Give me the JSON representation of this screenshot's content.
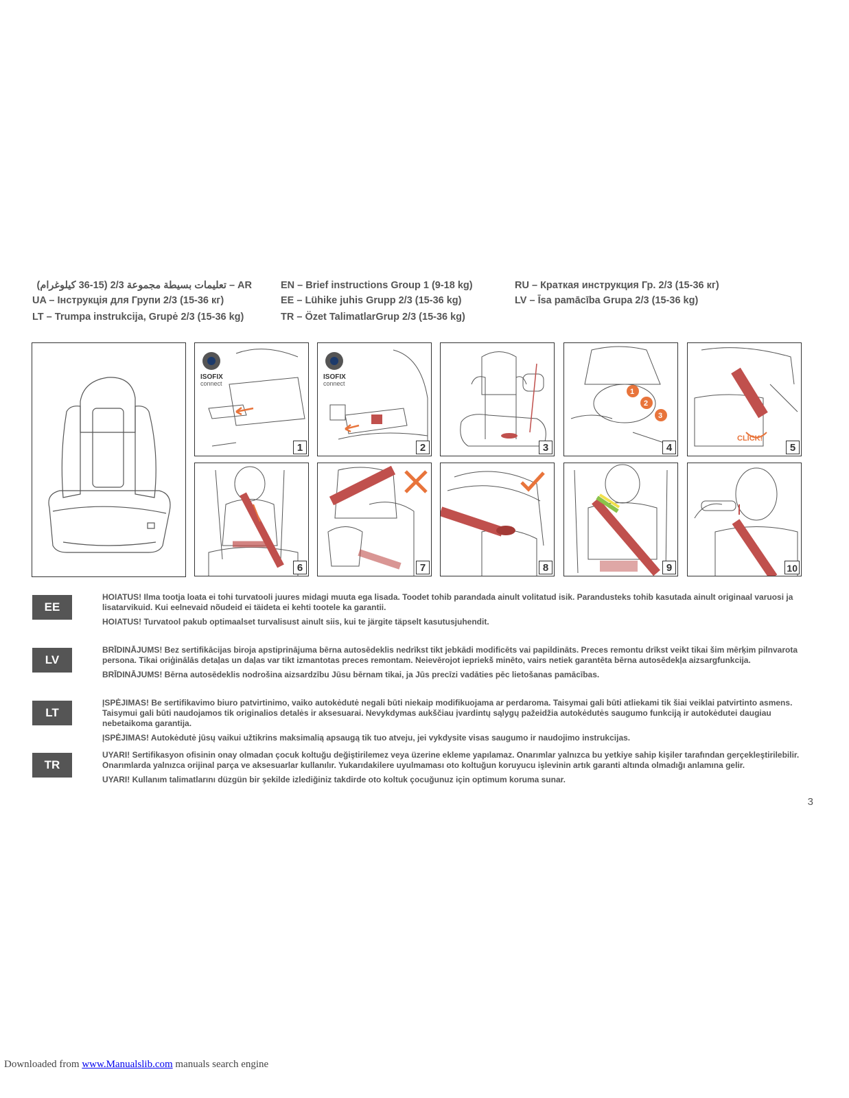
{
  "titles": {
    "col1": [
      "AR – تعليمات بسيطة مجموعة 2/3 (15-36 كيلوغرام)",
      "UA – Інструкція для Групи 2/3 (15-36 кг)",
      "LT – Trumpa instrukcija, Grupė 2/3 (15-36 kg)"
    ],
    "col2": [
      "EN – Brief instructions Group 1 (9-18 kg)",
      "EE – Lühike juhis Grupp 2/3 (15-36 kg)",
      "TR – Özet TalimatlarGrup 2/3 (15-36 kg)"
    ],
    "col3": [
      "RU – Краткая инструкция Гр. 2/3 (15-36 кг)",
      "LV – Īsa pamācība Grupa 2/3 (15-36 kg)"
    ]
  },
  "panels": {
    "isofix_word": "ISOFIX",
    "connect_word": "connect",
    "click_label": "CLICK!",
    "labels": [
      "1",
      "2",
      "3",
      "4",
      "5",
      "6",
      "7",
      "8",
      "9",
      "10"
    ],
    "sub_steps": [
      "1",
      "2",
      "3"
    ]
  },
  "colors": {
    "belt": "#c0504d",
    "accent": "#e8743b",
    "approve": "#8bc34a",
    "warn_yellow": "#f2e14c"
  },
  "warnings": [
    {
      "lang": "EE",
      "paragraphs": [
        "HOIATUS! Ilma tootja loata ei tohi turvatooli juures midagi muuta ega lisada. Toodet tohib parandada ainult volitatud isik. Parandusteks tohib kasutada ainult originaal varuosi ja lisatarvikuid. Kui eelnevaid nõudeid ei täideta ei kehti tootele ka garantii.",
        "HOIATUS! Turvatool pakub optimaalset turvalisust ainult siis, kui te järgite täpselt kasutusjuhendit."
      ]
    },
    {
      "lang": "LV",
      "paragraphs": [
        "BRĪDINĀJUMS! Bez sertifikācijas biroja apstiprinājuma bērna autosēdeklis nedrīkst tikt jebkādi modificēts vai papildināts. Preces remontu drīkst veikt tikai šim mērķim pilnvarota persona. Tikai oriģinālās detaļas un daļas var tikt izmantotas preces remontam. Neievērojot iepriekš minēto, vairs netiek garantēta bērna autosēdekļa aizsargfunkcija.",
        "BRĪDINĀJUMS! Bērna autosēdeklis nodrošina aizsardzību Jūsu bērnam tikai, ja Jūs precīzi vadāties pēc lietošanas pamācības."
      ]
    },
    {
      "lang": "LT",
      "paragraphs": [
        "ĮSPĖJIMAS! Be sertifikavimo biuro patvirtinimo, vaiko autokėdutė negali būti niekaip modifikuojama ar perdaroma. Taisymai gali būti atliekami tik šiai veiklai patvirtinto asmens. Taisymui gali būti naudojamos tik originalios detalės ir aksesuarai. Nevykdymas aukščiau įvardintų sąlygų pažeidžia autokėdutės saugumo funkciją ir autokėdutei daugiau nebetaikoma garantija.",
        "ĮSPĖJIMAS! Autokėdutė jūsų vaikui užtikrins maksimalią apsaugą tik tuo atveju, jei vykdysite visas saugumo ir naudojimo instrukcijas."
      ]
    },
    {
      "lang": "TR",
      "paragraphs": [
        "UYARI! Sertifikasyon ofisinin onay olmadan çocuk koltuğu değiştirilemez veya üzerine ekleme yapılamaz. Onarımlar yalnızca bu yetkiye sahip kişiler tarafından gerçekleştirilebilir. Onarımlarda yalnızca orijinal parça ve aksesuarlar kullanılır. Yukarıdakilere uyulmaması oto koltuğun koruyucu işlevinin artık garanti altında olmadığı anlamına gelir.",
        "UYARI! Kullanım talimatlarını düzgün bir şekilde izlediğiniz takdirde oto koltuk çocuğunuz için optimum koruma sunar."
      ]
    }
  ],
  "page_number": "3",
  "footer": {
    "prefix": "Downloaded from ",
    "link": "www.Manualslib.com",
    "suffix": " manuals search engine"
  }
}
